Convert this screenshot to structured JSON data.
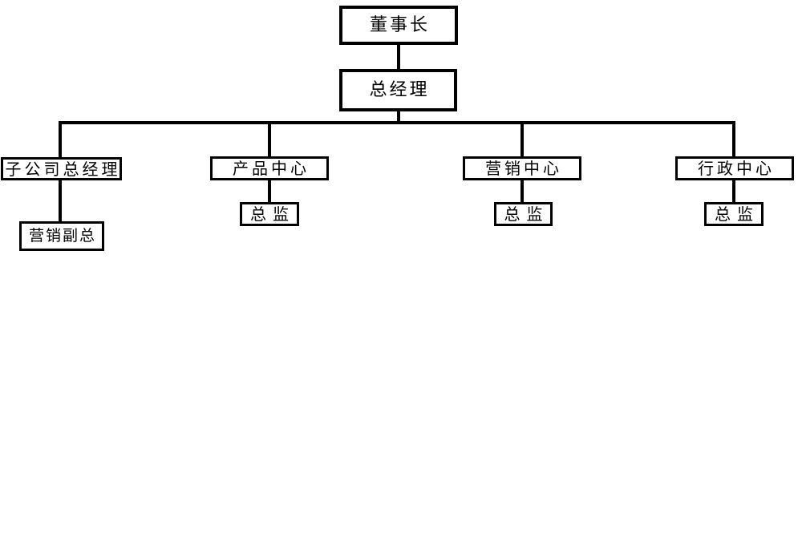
{
  "diagram": {
    "type": "org-chart",
    "background_color": "#ffffff",
    "line_color": "#000000",
    "box_border_color": "#000000",
    "text_color": "#000000",
    "nodes": {
      "chairman": {
        "label": "董事长",
        "level": 1
      },
      "general_manager": {
        "label": "总经理",
        "level": 2
      },
      "subsidiary_gm": {
        "label": "子公司总经理",
        "level": 3
      },
      "product_center": {
        "label": "产品中心",
        "level": 3
      },
      "marketing_center": {
        "label": "营销中心",
        "level": 3
      },
      "admin_center": {
        "label": "行政中心",
        "level": 3
      },
      "marketing_vp": {
        "label": "营销副总",
        "level": 4
      },
      "product_director": {
        "label": "总监",
        "level": 4
      },
      "marketing_director": {
        "label": "总监",
        "level": 4
      },
      "admin_director": {
        "label": "总监",
        "level": 4
      }
    },
    "edges": [
      {
        "from": "chairman",
        "to": "general_manager"
      },
      {
        "from": "general_manager",
        "to": "subsidiary_gm"
      },
      {
        "from": "general_manager",
        "to": "product_center"
      },
      {
        "from": "general_manager",
        "to": "marketing_center"
      },
      {
        "from": "general_manager",
        "to": "admin_center"
      },
      {
        "from": "subsidiary_gm",
        "to": "marketing_vp"
      },
      {
        "from": "product_center",
        "to": "product_director"
      },
      {
        "from": "marketing_center",
        "to": "marketing_director"
      },
      {
        "from": "admin_center",
        "to": "admin_director"
      }
    ]
  }
}
